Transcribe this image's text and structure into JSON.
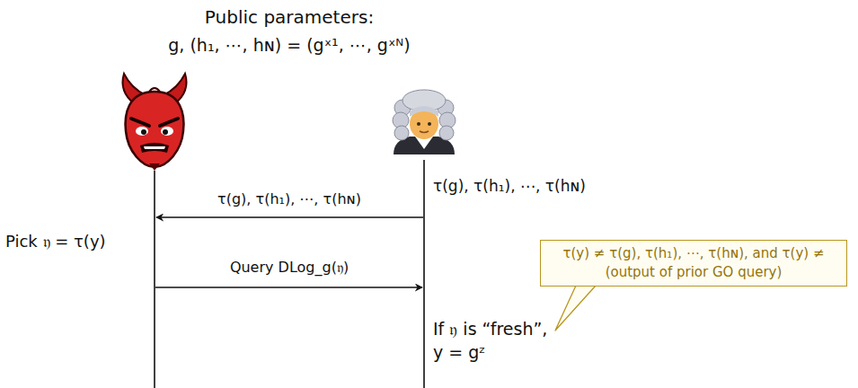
{
  "diagram": {
    "title": "Public parameters:",
    "nodes": [
      {
        "text": [
          "τ(y) ≠ τ(g), τ(h₁), ⋯, τ(hɴ), and τ(y) ≠ (output of prior GO query)"
        ]
      }
    ],
    "labels": [
      "g, (h₁, ⋯, hɴ) = (gˣ¹, ⋯, gˣᴺ)",
      "τ(g), τ(h₁), ⋯, τ(hɴ)",
      "τ(g), τ(h₁), ⋯, τ(hɴ)",
      "Pick 𝔶 = τ(y)",
      "Query DLog_g(𝔶)",
      "If 𝔶 is “fresh”, y = gᶻ"
    ]
  }
}
